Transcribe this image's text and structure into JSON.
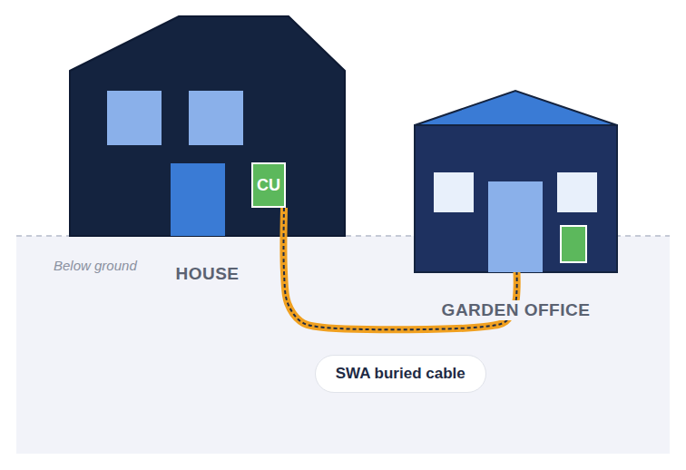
{
  "diagram": {
    "nodes": [
      {
        "text": [
          "HOUSE"
        ]
      },
      {
        "text": [
          "CU"
        ],
        "in": 0
      },
      {
        "text": [
          "GARDEN OFFICE"
        ]
      }
    ],
    "edges": [
      {
        "from": 1,
        "to": 2,
        "arrow": "none",
        "label": "SWA buried cable"
      }
    ],
    "labels": [
      "Below ground"
    ]
  }
}
